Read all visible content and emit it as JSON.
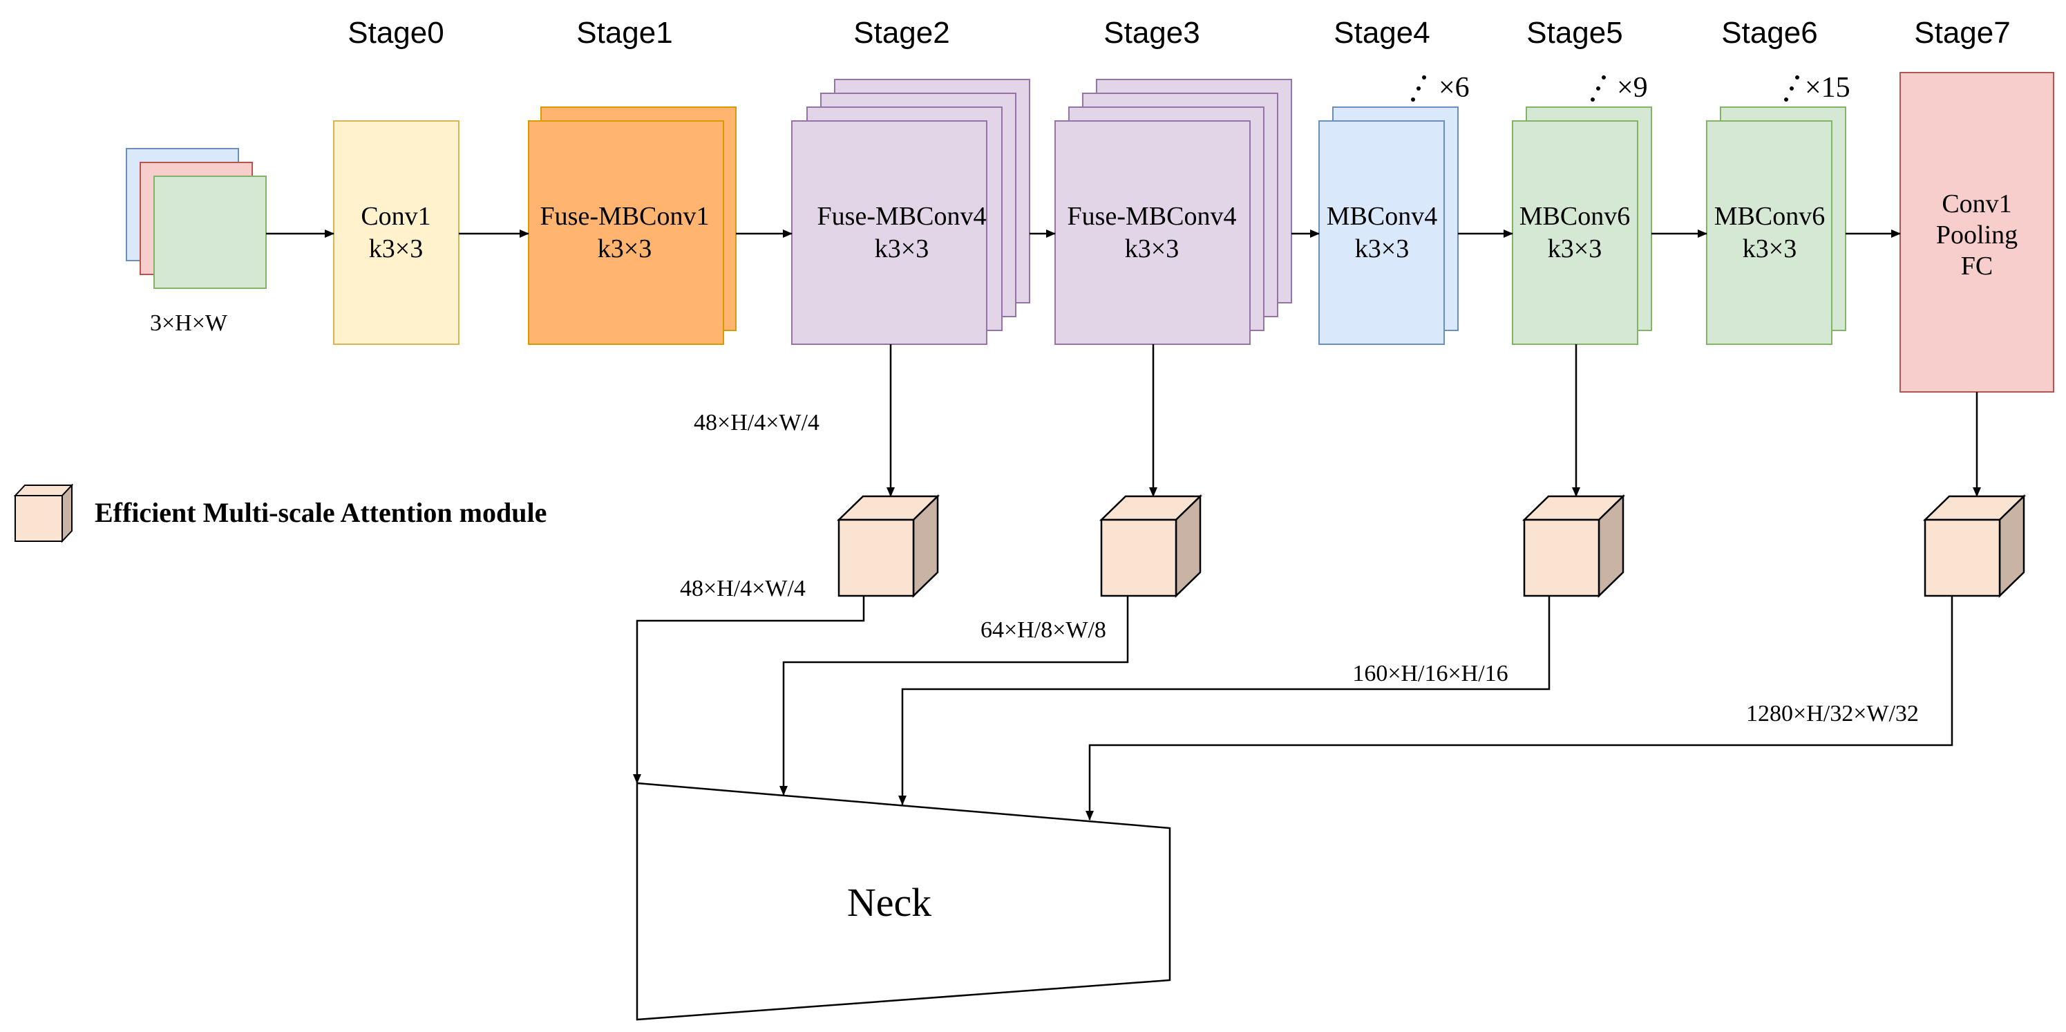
{
  "stages": [
    {
      "id": "stage0",
      "title": "Stage0",
      "lines": [
        "Conv1",
        "k3×3"
      ]
    },
    {
      "id": "stage1",
      "title": "Stage1",
      "lines": [
        "Fuse-MBConv1",
        "k3×3"
      ]
    },
    {
      "id": "stage2",
      "title": "Stage2",
      "lines": [
        "Fuse-MBConv4",
        "k3×3"
      ]
    },
    {
      "id": "stage3",
      "title": "Stage3",
      "lines": [
        "Fuse-MBConv4",
        "k3×3"
      ]
    },
    {
      "id": "stage4",
      "title": "Stage4",
      "lines": [
        "MBConv4",
        "k3×3"
      ],
      "repeat": "×6"
    },
    {
      "id": "stage5",
      "title": "Stage5",
      "lines": [
        "MBConv6",
        "k3×3"
      ],
      "repeat": "×9"
    },
    {
      "id": "stage6",
      "title": "Stage6",
      "lines": [
        "MBConv6",
        "k3×3"
      ],
      "repeat": "×15"
    },
    {
      "id": "stage7",
      "title": "Stage7",
      "lines": [
        "Conv1",
        "Pooling",
        "FC"
      ]
    }
  ],
  "input": {
    "label": "3×H×W"
  },
  "dimension_labels": {
    "stage2_out": "48×H/4×W/4",
    "ema1_out": "48×H/4×W/4",
    "ema2_out": "64×H/8×W/8",
    "ema3_out": "160×H/16×H/16",
    "ema4_out": "1280×H/32×W/32"
  },
  "legend": {
    "label": "Efficient Multi-scale Attention module"
  },
  "neck": {
    "label": "Neck"
  },
  "colors": {
    "input_blue": "#dae8fc",
    "input_red": "#f8cecc",
    "input_green": "#d5e8d4",
    "conv_yellow": "#fff2cc",
    "fuse_orange": "#ffb570",
    "fuse_purple": "#e1d5e7",
    "mb_blue": "#dae8fc",
    "mb_green": "#d5e8d4",
    "final_red": "#f8cecc",
    "cube_face": "#fae3d1",
    "cube_side": "#c9b3a5"
  }
}
